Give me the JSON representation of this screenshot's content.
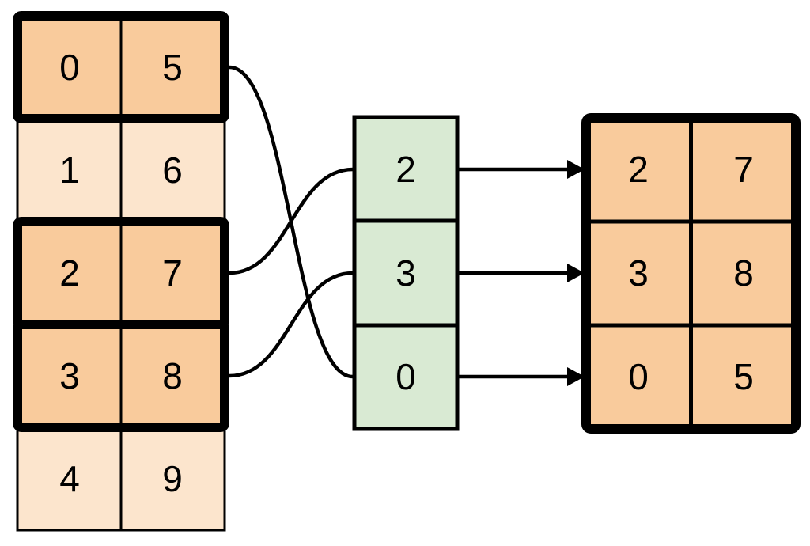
{
  "colors": {
    "highlight_fill": "#F9CB9C",
    "muted_fill": "#FCE5CD",
    "index_fill": "#D9EAD3",
    "line": "#000000",
    "text": "#000000",
    "background": "#FFFFFF"
  },
  "source_table": {
    "rows": [
      {
        "index": "0",
        "value": "5",
        "highlighted": true
      },
      {
        "index": "1",
        "value": "6",
        "highlighted": false
      },
      {
        "index": "2",
        "value": "7",
        "highlighted": true
      },
      {
        "index": "3",
        "value": "8",
        "highlighted": true
      },
      {
        "index": "4",
        "value": "9",
        "highlighted": false
      }
    ]
  },
  "index_column": {
    "cells": [
      "2",
      "3",
      "0"
    ]
  },
  "result_table": {
    "rows": [
      {
        "index": "2",
        "value": "7"
      },
      {
        "index": "3",
        "value": "8"
      },
      {
        "index": "0",
        "value": "5"
      }
    ]
  },
  "connectors": {
    "curves": [
      {
        "from_source_row": "0",
        "to_index_cell": "0"
      },
      {
        "from_source_row": "2",
        "to_index_cell": "2"
      },
      {
        "from_source_row": "3",
        "to_index_cell": "3"
      }
    ],
    "arrows": [
      {
        "from_index_cell": "2",
        "to_result_row": "0"
      },
      {
        "from_index_cell": "3",
        "to_result_row": "1"
      },
      {
        "from_index_cell": "0",
        "to_result_row": "2"
      }
    ]
  }
}
